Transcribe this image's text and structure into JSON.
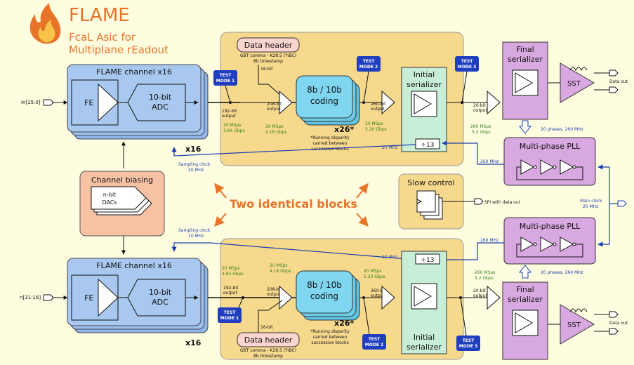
{
  "logo": {
    "title": "FLAME",
    "subtitle_line1": "FcaL Asic for",
    "subtitle_line2": "Multiplane rEadout",
    "accent_color": "#e8742a",
    "icon": "flame-icon"
  },
  "colors": {
    "channel_block": "#a8c8f0",
    "processing_region": "#f7d98e",
    "coding_block": "#7fd6f0",
    "serializer_block": "#c9eed8",
    "final_serializer": "#d8a8e0",
    "test_mode": "#1f3fbf",
    "clock_line": "#1a3fb0",
    "biasing": "#f7c2a4"
  },
  "top": {
    "input_label": "in[15:0]",
    "channel_title": "FLAME channel x16",
    "fe_label": "FE",
    "adc_line1": "10-bit",
    "adc_line2": "ADC",
    "x16": "x16",
    "out192_line1": "192-bit",
    "out192_line2": "output",
    "rate1_line1": "20 MSps",
    "rate1_line2": "3.84 Gbps",
    "header_title": "Data header",
    "header_line1": "GBT comma - K28.5 ('hBC)",
    "header_line2": "8b timestamp",
    "bit16": "16-bit",
    "out208_line1": "208-bit",
    "out208_line2": "output",
    "rate2_line1": "20 MSps",
    "rate2_line2": "4.16 Gbps",
    "coding_line1": "8b / 10b",
    "coding_line2": "coding",
    "x26": "x26*",
    "note_line1": "*Running disparity",
    "note_line2": "carried between",
    "note_line3": "successive blocks",
    "out260_line1": "260-bit",
    "out260_line2": "output",
    "rate3_line1": "20 MSps",
    "rate3_line2": "5.20 Gbps",
    "init_ser_line1": "Initial",
    "init_ser_line2": "serializer",
    "div13": "÷13",
    "out20_line1": "20-bit",
    "out20_line2": "output",
    "rate4_line1": "260 MSps",
    "rate4_line2": "5.2 Gbps",
    "final_ser_line1": "Final",
    "final_ser_line2": "serializer",
    "sst": "SST",
    "data_out": "Data out",
    "phases": "20 phases, 260 MHz",
    "pll": "Multi-phase PLL",
    "clk20": "20 MHz",
    "clk260": "260 MHz",
    "sampling_line1": "Sampling clock",
    "sampling_line2": "20 MHz",
    "test1": [
      "TEST",
      "MODE 1"
    ],
    "test2": [
      "TEST",
      "MODE 2"
    ],
    "test3": [
      "TEST",
      "MODE 3"
    ]
  },
  "middle": {
    "biasing_title": "Channel biasing",
    "dac_line1": "n-bit",
    "dac_line2": "DACs",
    "two_blocks": "Two identical blocks",
    "slow_control": "Slow control",
    "spi": "SPI with data out",
    "main_clock_line1": "Main clock",
    "main_clock_line2": "20 MHz"
  },
  "bottom": {
    "input_label": "n[31:16]",
    "channel_title": "FLAME channel x16",
    "fe_label": "FE",
    "adc_line1": "10-bit",
    "adc_line2": "ADC",
    "x16": "x16",
    "out192_line1": "192-bit",
    "out192_line2": "output",
    "rate1_line1": "20 MSps",
    "rate1_line2": "3.84 Gbps",
    "header_title": "Data header",
    "header_line1": "GBT comma - K28.5 ('hBC)",
    "header_line2": "8b timestamp",
    "bit16": "16-bit",
    "out208_line1": "208-bit",
    "out208_line2": "output",
    "rate2_line1": "20 MSps",
    "rate2_line2": "4.16 Gbps",
    "coding_line1": "8b / 10b",
    "coding_line2": "coding",
    "x26": "x26*",
    "note_line1": "*Running disparity",
    "note_line2": "carried between",
    "note_line3": "successive blocks",
    "out260_line1": "260-bit",
    "out260_line2": "output",
    "rate3_line1": "20 MSps",
    "rate3_line2": "5.20 Gbps",
    "init_ser_line1": "Initial",
    "init_ser_line2": "serializer",
    "div13": "÷13",
    "out20_line1": "20-bit",
    "out20_line2": "output",
    "rate4_line1": "260 MSps",
    "rate4_line2": "5.2 Gbps",
    "final_ser_line1": "Final",
    "final_ser_line2": "serializer",
    "sst": "SST",
    "data_out": "Data out",
    "phases": "20 phases, 260 MHz",
    "pll": "Multi-phase PLL",
    "clk20": "20 MHz",
    "clk260": "260 MHz",
    "sampling_line1": "Sampling clock",
    "sampling_line2": "20 MHz",
    "test1": [
      "TEST",
      "MODE 1"
    ],
    "test2": [
      "TEST",
      "MODE 2"
    ],
    "test3": [
      "TEST",
      "MODE 3"
    ]
  }
}
